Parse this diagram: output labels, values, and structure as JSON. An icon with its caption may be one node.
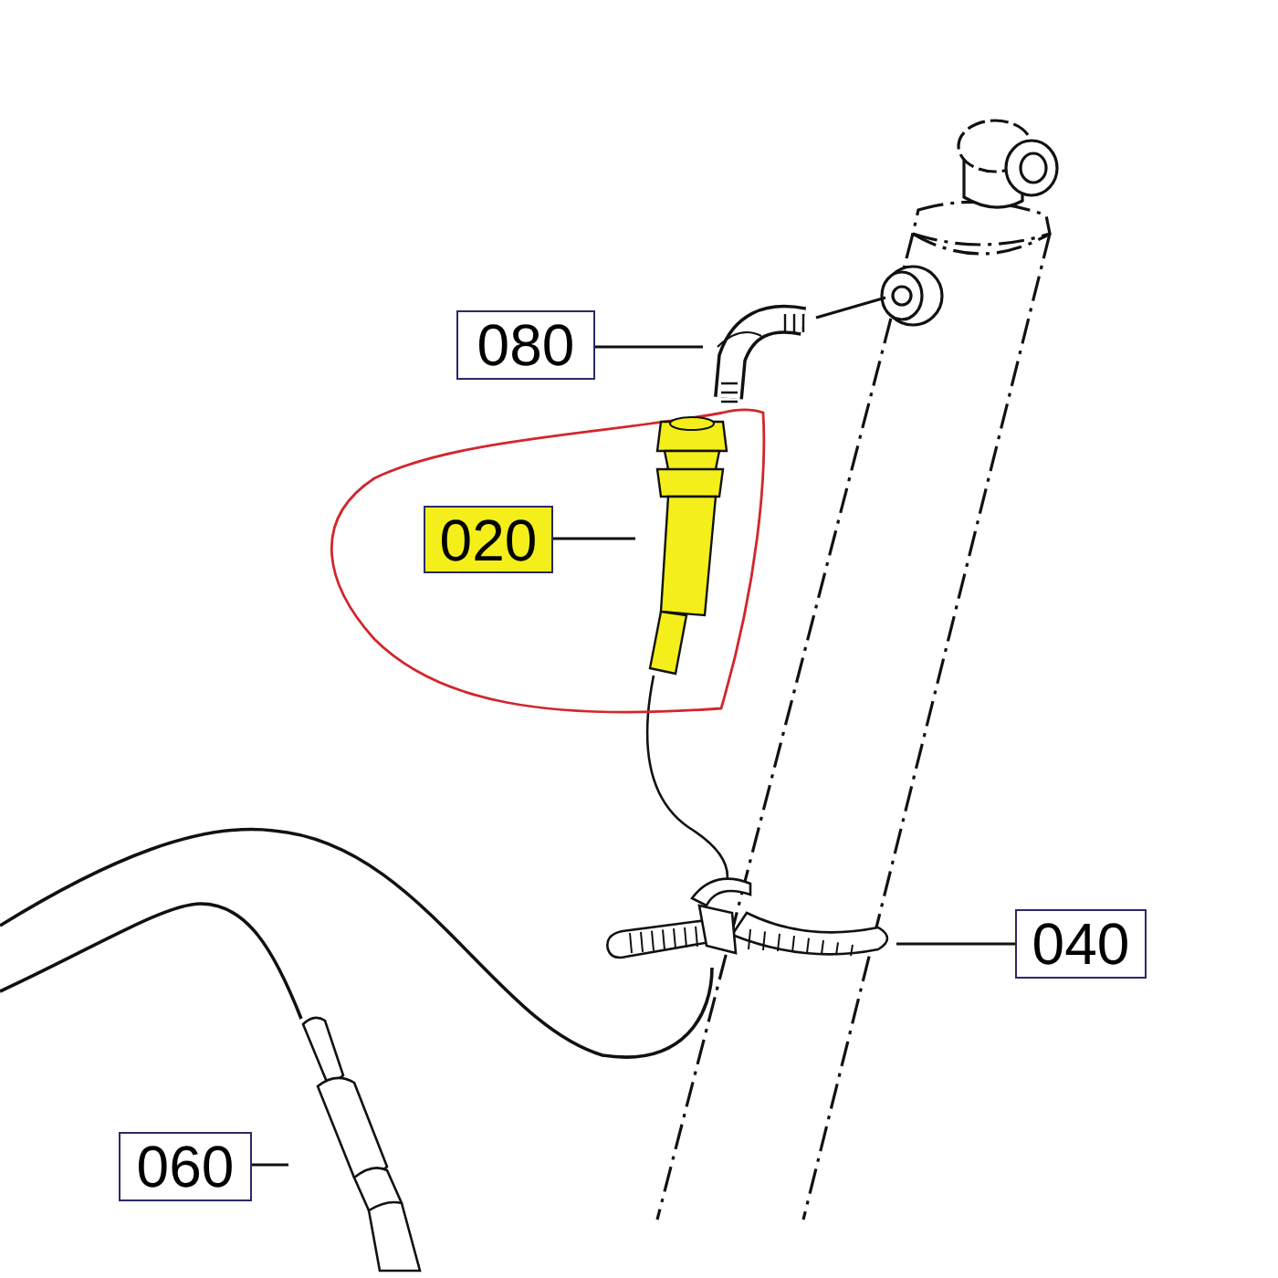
{
  "diagram": {
    "nodes": [
      {
        "text": [
          "080"
        ]
      },
      {
        "text": [],
        "shape": "picture"
      },
      {
        "text": [
          "020"
        ]
      },
      {
        "text": [],
        "shape": "picture"
      },
      {
        "text": [
          "040"
        ]
      },
      {
        "text": [],
        "shape": "picture"
      },
      {
        "text": [
          "060"
        ]
      },
      {
        "text": [],
        "shape": "picture"
      }
    ],
    "edges": [
      {
        "from": 0,
        "to": 1,
        "arrow": "none"
      },
      {
        "from": 2,
        "to": 3,
        "arrow": "none"
      },
      {
        "from": 4,
        "to": 5,
        "arrow": "none"
      },
      {
        "from": 6,
        "to": 7,
        "arrow": "none"
      }
    ]
  }
}
